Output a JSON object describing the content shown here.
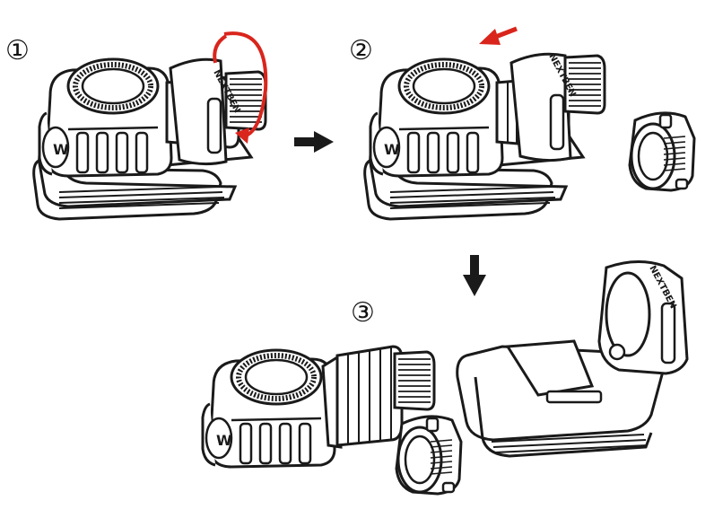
{
  "steps": [
    {
      "label": "①"
    },
    {
      "label": "②"
    },
    {
      "label": "③"
    }
  ],
  "product": {
    "logo_letter": "W",
    "brand_text": "NEXTBEN"
  },
  "colors": {
    "line": "#1a1a1a",
    "fill": "#ffffff",
    "shade": "#2b2b2b",
    "accent_arrow": "#d9251c"
  },
  "icons": [
    "rotate-arrow-icon",
    "slide-arrow-icon",
    "right-arrow-icon",
    "down-arrow-icon"
  ]
}
